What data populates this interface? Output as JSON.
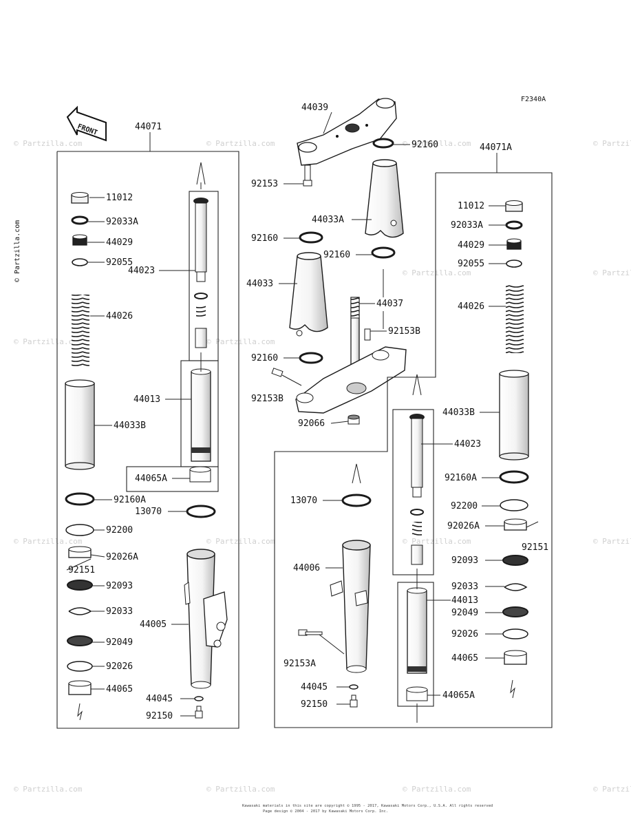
{
  "figure_code": "F2340A",
  "front_label": "FRONT",
  "watermark": "© Partzilla.com",
  "footer": {
    "line1": "Kawasaki materials in this site are copyright © 1995 - 2017, Kawasaki Motors Corp., U.S.A. All rights reserved",
    "line2": "Page design © 2004 - 2017 by Kawasaki Motors Corp. Inc."
  },
  "labels": {
    "l44071": "44071",
    "l11012": "11012",
    "l92033A": "92033A",
    "l44029": "44029",
    "l92055": "92055",
    "l44023": "44023",
    "l44026": "44026",
    "l44013": "44013",
    "l44033B": "44033B",
    "l44065A": "44065A",
    "l92160A": "92160A",
    "l13070": "13070",
    "l92200": "92200",
    "l92026A": "92026A",
    "l92151": "92151",
    "l92093": "92093",
    "l92033": "92033",
    "l44005": "44005",
    "l92049": "92049",
    "l92026": "92026",
    "l44065": "44065",
    "l44045": "44045",
    "l92150": "92150",
    "c44039": "44039",
    "c92160top": "92160",
    "c92153": "92153",
    "c44033A": "44033A",
    "c92160a": "92160",
    "c92160b": "92160",
    "c44033": "44033",
    "c44037": "44037",
    "c92153B": "92153B",
    "c92160c": "92160",
    "c92153B2": "92153B",
    "c92066": "92066",
    "r44071A": "44071A",
    "r11012": "11012",
    "r92033A": "92033A",
    "r44029": "44029",
    "r92055": "92055",
    "r44026": "44026",
    "r44033B": "44033B",
    "r44023": "44023",
    "r92160A": "92160A",
    "r92200": "92200",
    "r92026A": "92026A",
    "r92151": "92151",
    "r13070": "13070",
    "r92093": "92093",
    "r44006": "44006",
    "r92033": "92033",
    "r44013": "44013",
    "r92049": "92049",
    "r92026": "92026",
    "r92153A": "92153A",
    "r44065": "44065",
    "r44045": "44045",
    "r92150": "92150",
    "r44065A": "44065A"
  }
}
